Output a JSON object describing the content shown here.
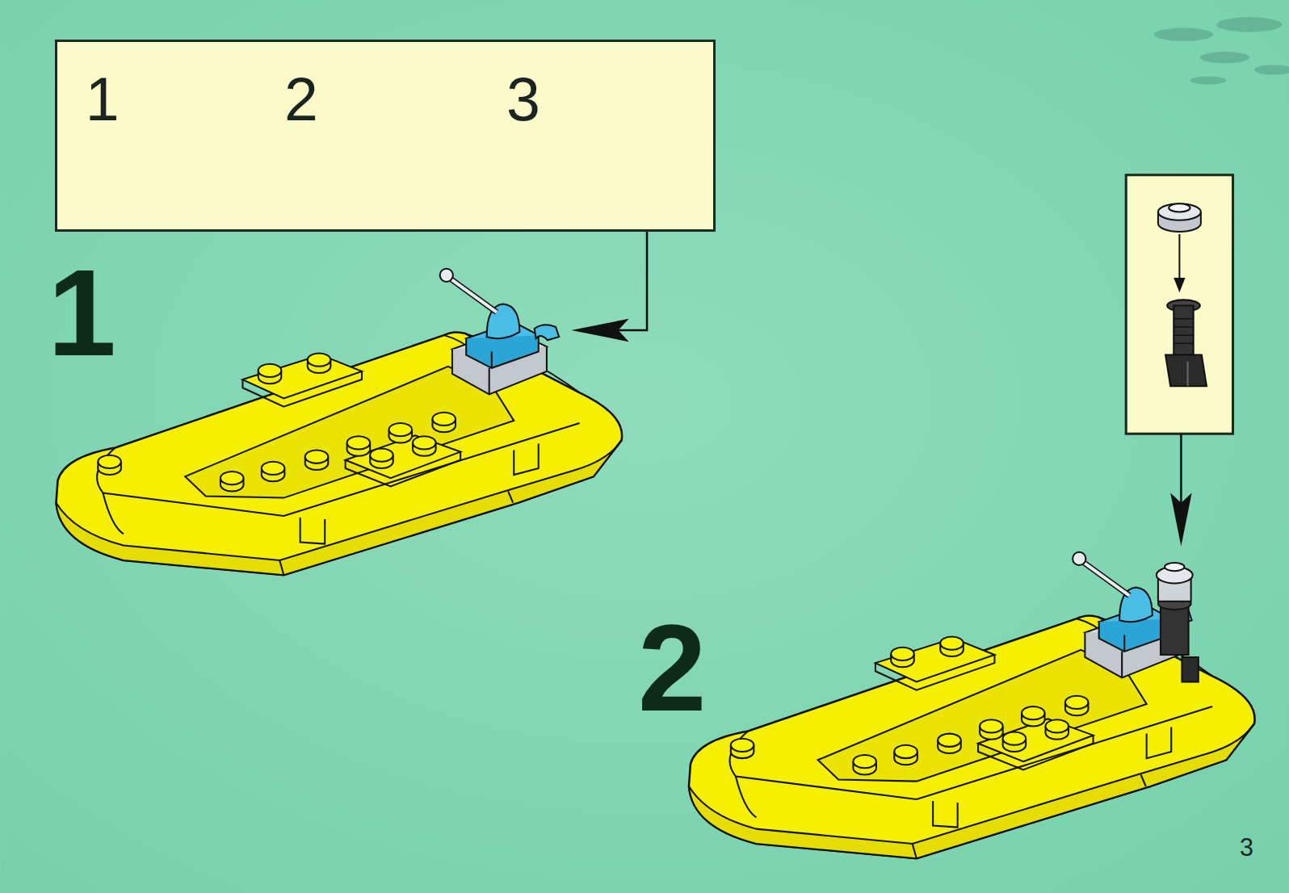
{
  "diagram": {
    "nodes": [
      {
        "text": [
          "1",
          "2",
          "3"
        ]
      }
    ],
    "labels": [
      "1",
      "2",
      "3"
    ]
  }
}
